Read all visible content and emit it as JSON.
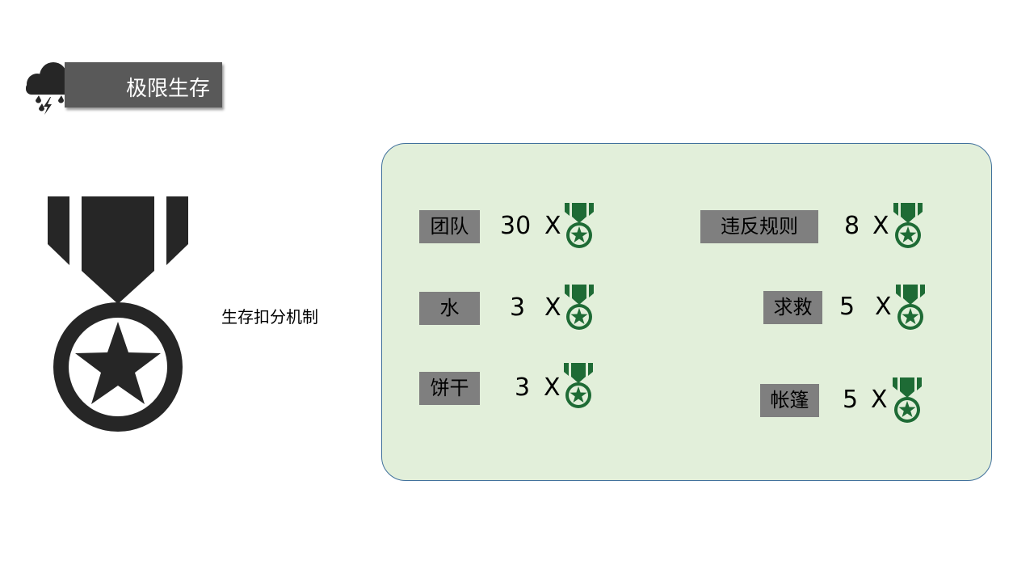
{
  "header": {
    "title": "极限生存",
    "icon": "storm-cloud-icon"
  },
  "subtitle": "生存扣分机制",
  "big_icon": "medal-icon",
  "colors": {
    "panel_bg": "#e2efda",
    "medal": "#1e6b35",
    "label_bg": "#7f7f7f"
  },
  "rules": [
    {
      "label": "团队",
      "value": "30",
      "times": "X"
    },
    {
      "label": "水",
      "value": "3",
      "times": "X"
    },
    {
      "label": "饼干",
      "value": "3",
      "times": "X"
    },
    {
      "label": "违反规则",
      "value": "8",
      "times": "X"
    },
    {
      "label": "求救",
      "value": "5",
      "times": "X"
    },
    {
      "label": "帐篷",
      "value": "5",
      "times": "X"
    }
  ]
}
